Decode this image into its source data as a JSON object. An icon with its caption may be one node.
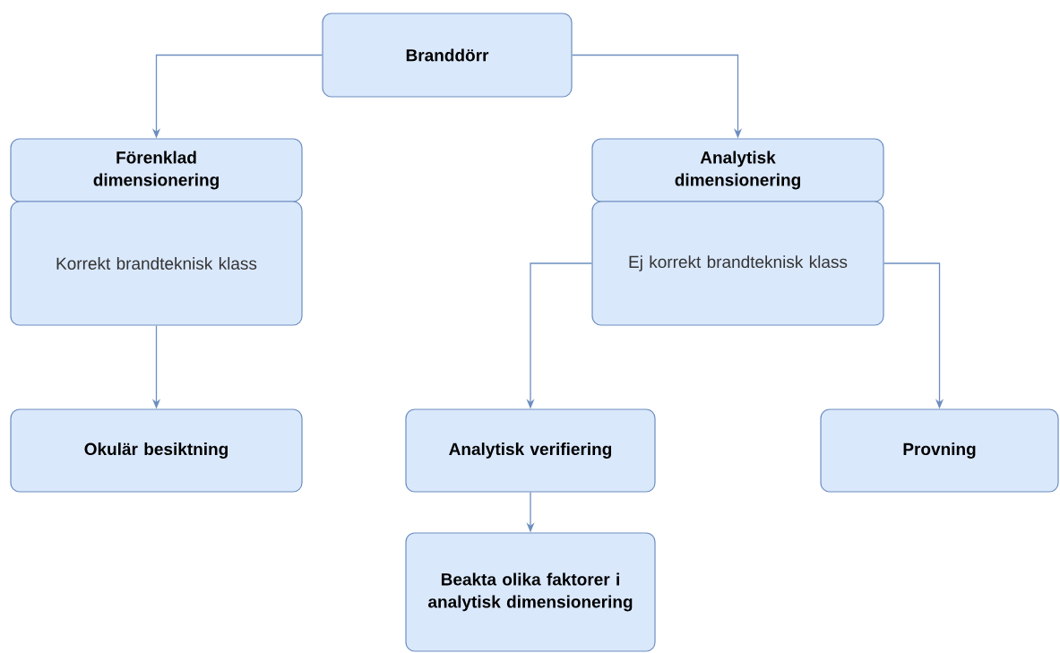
{
  "diagram": {
    "nodes": [
      {
        "text": [
          "Branddörr"
        ]
      },
      {
        "text": [
          "Förenklad dimensionering"
        ]
      },
      {
        "text": [
          "Korrekt brandteknisk klass"
        ]
      },
      {
        "text": [
          "Analytisk dimensionering"
        ]
      },
      {
        "text": [
          "Ej korrekt brandteknisk klass"
        ]
      },
      {
        "text": [
          "Okulär besiktning"
        ]
      },
      {
        "text": [
          "Analytisk verifiering"
        ]
      },
      {
        "text": [
          "Beakta olika faktorer i analytisk dimensionering"
        ]
      },
      {
        "text": [
          "Provning"
        ]
      }
    ],
    "edges": [
      {
        "from": 0,
        "to": 1,
        "arrow": "to"
      },
      {
        "from": 0,
        "to": 3,
        "arrow": "to"
      },
      {
        "from": 2,
        "to": 5,
        "arrow": "to"
      },
      {
        "from": 4,
        "to": 6,
        "arrow": "to"
      },
      {
        "from": 4,
        "to": 8,
        "arrow": "to"
      },
      {
        "from": 6,
        "to": 7,
        "arrow": "to"
      }
    ]
  }
}
